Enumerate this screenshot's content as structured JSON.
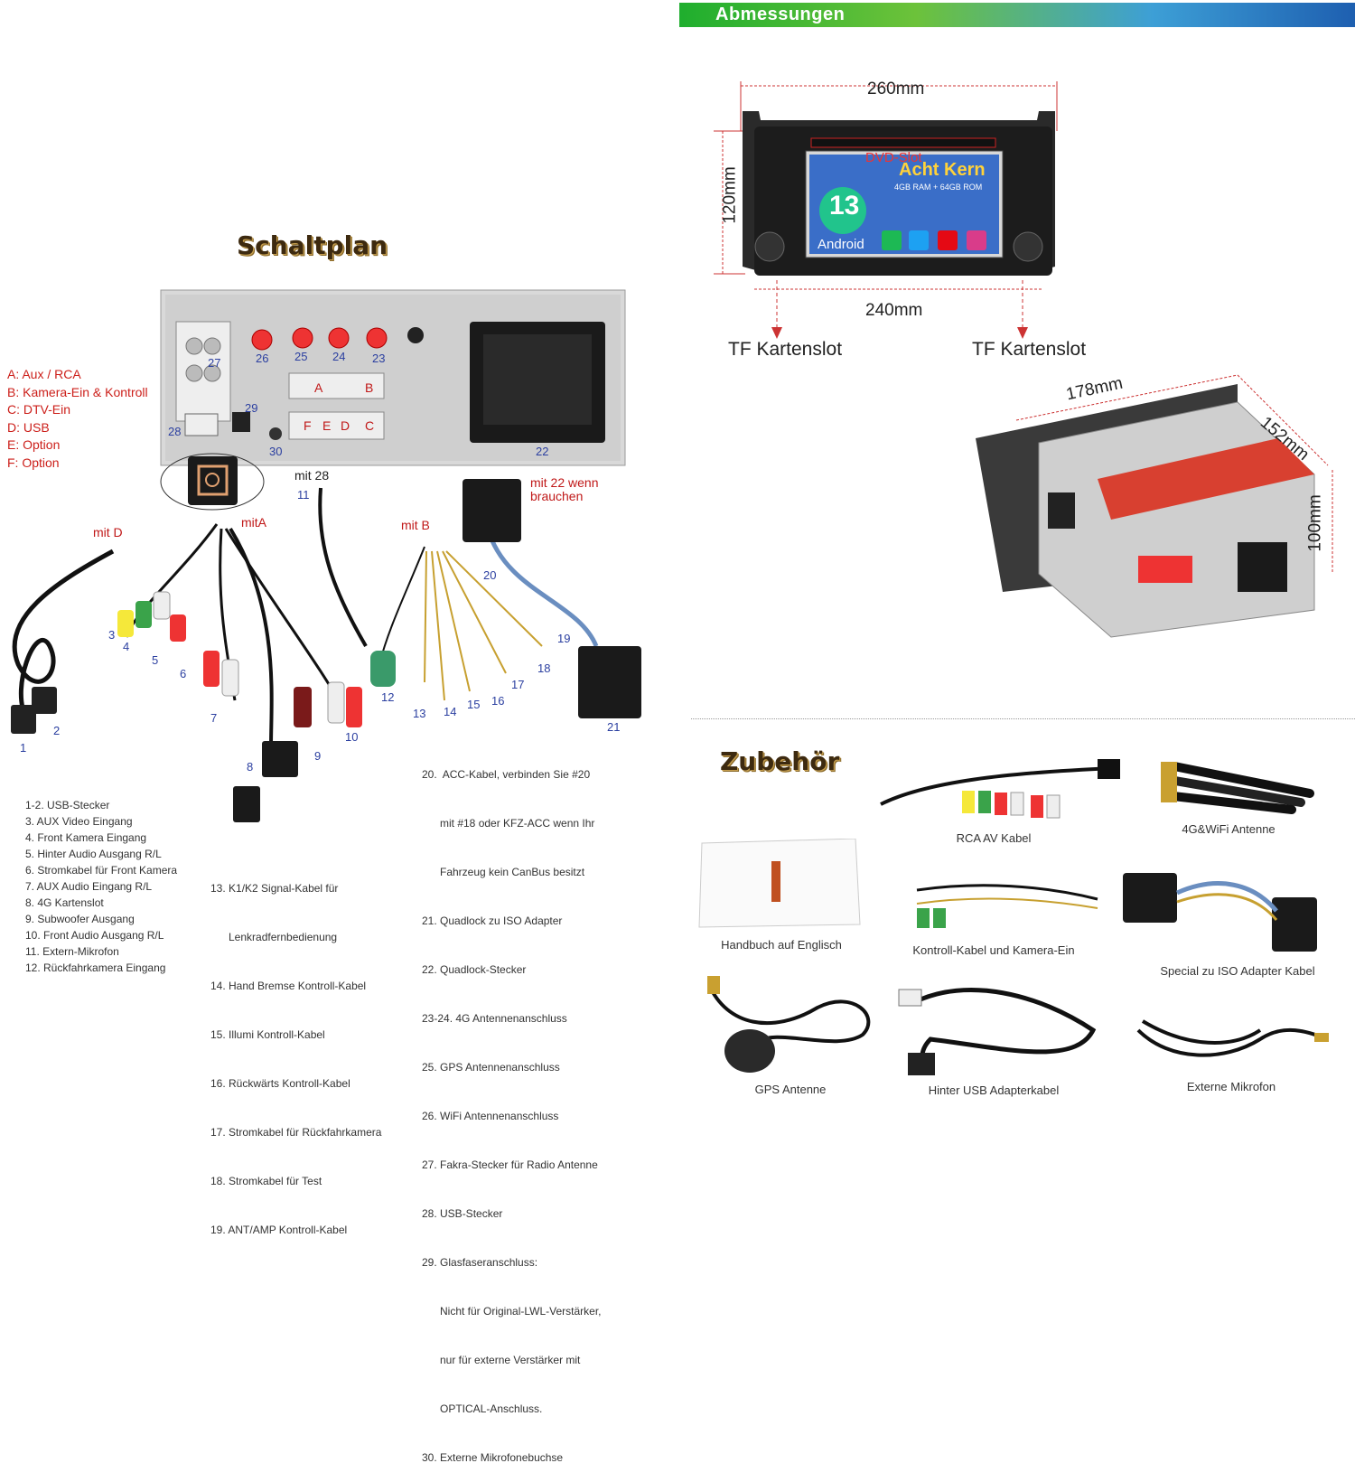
{
  "abmessungen": {
    "title": "Abmessungen"
  },
  "schaltplan": {
    "title": "Schaltplan"
  },
  "zubehoer": {
    "title": "Zubehör"
  },
  "legend_letters": [
    "A: Aux / RCA",
    "B: Kamera-Ein & Kontroll",
    "C: DTV-Ein",
    "D: USB",
    "E: Option",
    "F: Option"
  ],
  "port_numbers": {
    "p26": "26",
    "p25": "25",
    "p24": "24",
    "p23": "23",
    "p27": "27",
    "p28": "28",
    "p29": "29",
    "p30": "30",
    "p22": "22",
    "pA": "A",
    "pB": "B",
    "pF": "F",
    "pE": "E",
    "pD": "D",
    "pC": "C"
  },
  "connector_labels": {
    "mit28": "mit 28",
    "mitD": "mit D",
    "mitA": "mitA",
    "mitB": "mit B",
    "mit22a": "mit 22 wenn",
    "mit22b": "brauchen"
  },
  "cable_numbers": {
    "n1": "1",
    "n2": "2",
    "n3": "3",
    "n4": "4",
    "n5": "5",
    "n6": "6",
    "n7": "7",
    "n8": "8",
    "n9": "9",
    "n10": "10",
    "n11": "11",
    "n12": "12",
    "n13": "13",
    "n14": "14",
    "n15": "15",
    "n16": "16",
    "n17": "17",
    "n18": "18",
    "n19": "19",
    "n20": "20",
    "n21": "21"
  },
  "list_col1": [
    "1-2. USB-Stecker",
    "3. AUX Video Eingang",
    "4. Front Kamera Eingang",
    "5. Hinter Audio Ausgang R/L",
    "6. Stromkabel für Front Kamera",
    "7. AUX Audio Eingang R/L",
    "8. 4G Kartenslot",
    "9. Subwoofer Ausgang",
    "10. Front Audio Ausgang R/L",
    "11. Extern-Mikrofon",
    "12. Rückfahrkamera Eingang"
  ],
  "list_col2": [
    "13. K1/K2 Signal-Kabel für",
    "      Lenkradfernbedienung",
    "14. Hand Bremse Kontroll-Kabel",
    "15. Illumi Kontroll-Kabel",
    "16. Rückwärts Kontroll-Kabel",
    "17. Stromkabel für Rückfahrkamera",
    "18. Stromkabel für Test",
    "19. ANT/AMP Kontroll-Kabel"
  ],
  "list_col3": [
    "20.  ACC-Kabel, verbinden Sie #20",
    "      mit #18 oder KFZ-ACC wenn Ihr",
    "      Fahrzeug kein CanBus besitzt",
    "21. Quadlock zu ISO Adapter",
    "22. Quadlock-Stecker",
    "23-24. 4G Antennenanschluss",
    "25. GPS Antennenanschluss",
    "26. WiFi Antennenanschluss",
    "27. Fakra-Stecker für Radio Antenne",
    "28. USB-Stecker",
    "29. Glasfaseranschluss:",
    "      Nicht für Original-LWL-Verstärker,",
    "      nur für externe Verstärker mit",
    "      OPTICAL-Anschluss.",
    "30. Externe Mikrofonebuchse"
  ],
  "dimensions": {
    "w_top": "260mm",
    "h_left": "120mm",
    "w_bottom": "240mm",
    "tf_left": "TF Kartenslot",
    "tf_right": "TF Kartenslot",
    "depth": "178mm",
    "side": "152mm",
    "height": "100mm"
  },
  "screen": {
    "dvd": "DVD-Slot",
    "brand": "Acht Kern",
    "spec": "4GB RAM + 64GB ROM",
    "android_ver": "13",
    "android": "Android"
  },
  "accessories": [
    "RCA AV Kabel",
    "4G&WiFi Antenne",
    "Handbuch auf Englisch",
    "Kontroll-Kabel und Kamera-Ein",
    "Special zu ISO Adapter Kabel",
    "GPS Antenne",
    "Hinter USB Adapterkabel",
    "Externe Mikrofon"
  ],
  "colors": {
    "red": "#cc1f1a",
    "blue": "#2b3fa0",
    "banner_green": "#1fae2e",
    "banner_blue": "#1e5fb0"
  }
}
